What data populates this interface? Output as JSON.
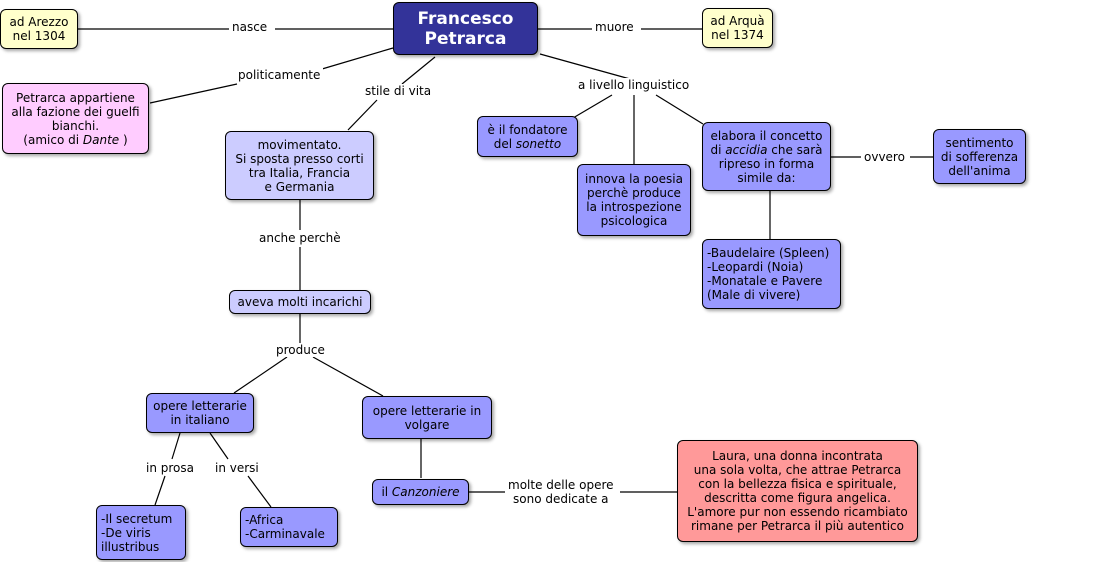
{
  "root": "Francesco\nPetrarca",
  "nodes": {
    "arezzo": "ad Arezzo\nnel 1304",
    "arqua": "ad Arquà\nnel 1374",
    "guelfi_pre": "Petrarca appartiene\nalla fazione dei guelfi\nbianchi.\n(amico di ",
    "guelfi_em": "Dante",
    "guelfi_post": " )",
    "movimentato": "movimentato.\nSi sposta presso corti\ntra Italia, Francia\ne Germania",
    "incarichi": "aveva molti incarichi",
    "opere_italiano": "opere letterarie\nin italiano",
    "opere_volgare": "opere letterarie in\nvolgare",
    "secretum": "-Il secretum\n-De viris\n  illustribus",
    "africa": "-Africa\n-Carminavale",
    "canzoniere_pre": "il ",
    "canzoniere_em": "Canzoniere",
    "laura": "Laura, una donna incontrata\nuna sola volta, che attrae Petrarca\ncon la bellezza fisica e spirituale,\ndescritta come figura angelica.\nL'amore pur non essendo ricambiato\nrimane per Petrarca il più autentico",
    "sonetto_pre": "è il fondatore\ndel ",
    "sonetto_em": "sonetto",
    "poesia": "innova la poesia\nperchè produce\nla introspezione\npsicologica",
    "accidia_pre": "elabora il concetto\ndi ",
    "accidia_em": "accidia",
    "accidia_post": "  che sarà\nripreso in forma\nsimile da:",
    "sentimento": "sentimento\ndi sofferenza\ndell'anima",
    "baudelaire": "-Baudelaire (Spleen)\n-Leopardi (Noia)\n-Monatale e Pavere\n(Male di vivere)"
  },
  "labels": {
    "nasce": "nasce",
    "muore": "muore",
    "politicamente": "politicamente",
    "stile": "stile di vita",
    "linguistico": "a livello linguistico",
    "anche": "anche perchè",
    "produce": "produce",
    "prosa": "in prosa",
    "versi": "in versi",
    "dedicate": "molte delle opere\nsono dedicate a",
    "ovvero": "ovvero"
  },
  "colors": {
    "root": "#333399",
    "yellow": "#ffffcc",
    "pink": "#ffccff",
    "light_blue": "#ccccff",
    "blue": "#9999ff",
    "salmon": "#ff9999"
  }
}
